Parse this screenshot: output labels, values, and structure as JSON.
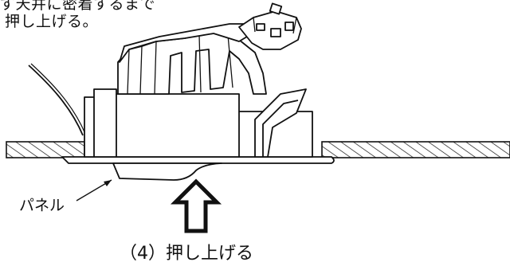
{
  "instruction": {
    "line1": "ず天井に密着するまで",
    "line2": "押し上げる。"
  },
  "panel_label": "パネル",
  "step_label": "（4）押し上げる",
  "colors": {
    "ink": "#111111",
    "background": "#ffffff"
  },
  "icons": {
    "push_direction": "up-arrow-icon"
  }
}
